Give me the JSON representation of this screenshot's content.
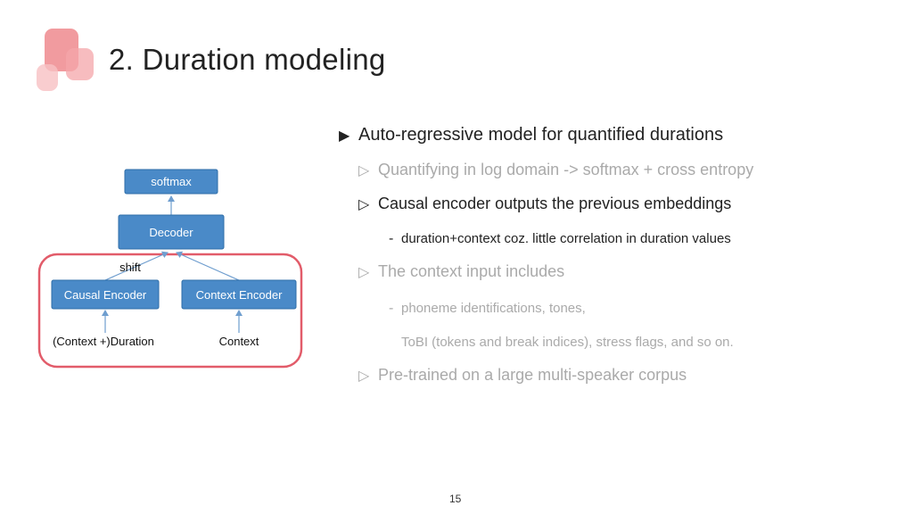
{
  "slide": {
    "title": "2. Duration modeling",
    "page_number": "15"
  },
  "diagram": {
    "softmax": "softmax",
    "decoder": "Decoder",
    "shift": "shift",
    "causal_encoder": "Causal Encoder",
    "context_encoder": "Context Encoder",
    "input_left": "(Context +)Duration",
    "input_right": "Context"
  },
  "bullets": {
    "main": "Auto-regressive model for quantified durations",
    "sub1": "Quantifying in log domain -> softmax + cross entropy",
    "sub2": "Causal encoder outputs the previous embeddings",
    "sub2_detail": "duration+context coz. little correlation in duration values",
    "sub3": "The context input includes",
    "sub3_detail_1": "phoneme identifications, tones,",
    "sub3_detail_2": "ToBI (tokens and break indices), stress flags, and so on.",
    "sub4": "Pre-trained on a large multi-speaker corpus"
  },
  "glyphs": {
    "main_marker": "▶",
    "sub_marker": "▷",
    "dash": "-"
  },
  "colors": {
    "box_fill": "#4a8ac8",
    "box_stroke": "#2f6ea8",
    "arrow": "#6f9ecf",
    "highlight": "#e25c6a",
    "deco_pink": "#ee8a8e"
  }
}
